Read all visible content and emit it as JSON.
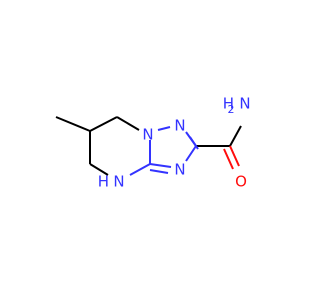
{
  "molecule": {
    "atom_labels": {
      "n1": "N",
      "n2": "N",
      "n3": "N",
      "nh": "N",
      "nh_h": "H",
      "amide_n": "N",
      "amide_h2": "H",
      "amide_h_sub": "2",
      "o": "O"
    },
    "colors": {
      "carbon_bond": "#000000",
      "nitrogen": "#3333ff",
      "oxygen": "#ff0d0d",
      "background": "#ffffff"
    }
  }
}
